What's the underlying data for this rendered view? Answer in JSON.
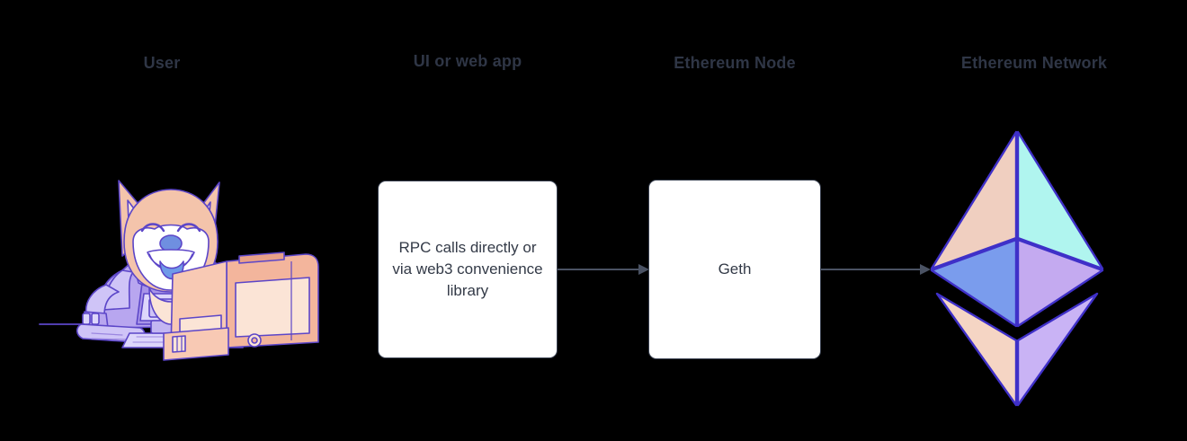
{
  "page": {
    "title": "Ethereum stack overview diagram",
    "background_color": "#000000"
  },
  "columns": [
    {
      "id": "user",
      "heading": "User"
    },
    {
      "id": "ui",
      "heading": "UI or web app"
    },
    {
      "id": "node",
      "heading": "Ethereum Node"
    },
    {
      "id": "network",
      "heading": "Ethereum Network"
    }
  ],
  "headings": {
    "user": "User",
    "ui_or_web_app": "UI or web app",
    "ethereum_node": "Ethereum Node",
    "ethereum_network": "Ethereum Network"
  },
  "boxes": {
    "rpc": {
      "text": "RPC calls directly or via web3 convenience library",
      "fill": "#ffffff",
      "border_color": "#3a4252",
      "text_color": "#333a47"
    },
    "geth": {
      "text": "Geth",
      "fill": "#ffffff",
      "border_color": "#3a4252",
      "text_color": "#333a47"
    }
  },
  "arrows": [
    {
      "id": "rpc-to-geth",
      "from": "rpc",
      "to": "geth",
      "color": "#4a5263",
      "label": ""
    },
    {
      "id": "geth-to-net",
      "from": "geth",
      "to": "network",
      "color": "#4a5263",
      "label": ""
    }
  ],
  "illustrations": {
    "user": {
      "icon_name": "shiba-inu-at-computer-illustration",
      "description": "Shiba Inu dog in a purple spacesuit typing at a peach retro computer",
      "palette": {
        "fur": "#f4c4ab",
        "fur_light": "#fbe4d6",
        "suit": "#b8a6ef",
        "suit_light": "#cfc4f7",
        "suit_dark": "#9b86e0",
        "tongue": "#6f9ae8",
        "nose": "#6f8fe0",
        "computer": "#f3b59c",
        "computer_light": "#fbe0d2",
        "outline": "#5c46c8",
        "white": "#ffffff"
      }
    },
    "ethereum_logo": {
      "icon_name": "ethereum-diamond-logo",
      "facets": {
        "top_left": "#f0cfc0",
        "top_right": "#b0f5ef",
        "mid_left": "#7a9ced",
        "mid_right": "#c4aaf0",
        "bottom_left": "#f5d5c4",
        "bottom_right": "#c9b3f5"
      },
      "stroke": "#3f30c8"
    }
  },
  "colors": {
    "background": "#000000",
    "heading_text": "#2f3646",
    "body_text": "#333a47",
    "box_fill": "#ffffff",
    "box_border": "#3a4252",
    "arrow": "#4a5263"
  }
}
